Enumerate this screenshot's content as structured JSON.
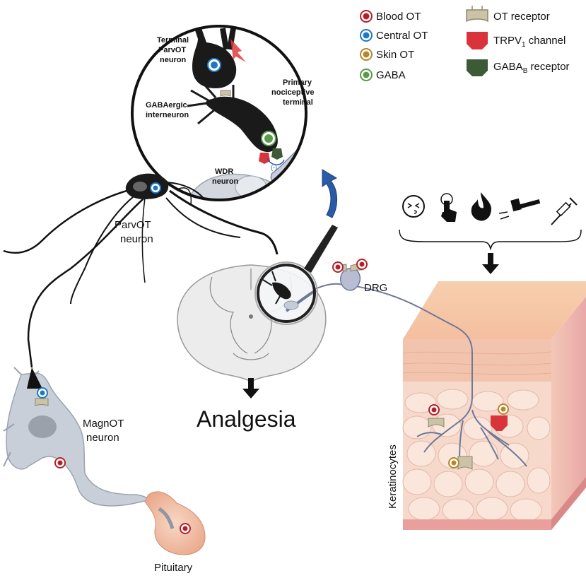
{
  "legend": {
    "blood_ot": "Blood OT",
    "central_ot": "Central OT",
    "skin_ot": "Skin OT",
    "gaba": "GABA",
    "ot_receptor": "OT receptor",
    "trpv1_main": "TRPV",
    "trpv1_sub": "1",
    "trpv1_rest": " channel",
    "gabab_main": "GABA",
    "gabab_sub": "B",
    "gabab_rest": " receptor"
  },
  "colors": {
    "blood_ot": "#b3202a",
    "central_ot": "#1f78c4",
    "skin_ot": "#b8862b",
    "gaba": "#5a9a4a",
    "ot_receptor": "#cbc3a8",
    "trpv1": "#d8343a",
    "gabab": "#3d5a36",
    "neuron_black": "#1a1a1a",
    "neuron_gray": "#c5ccd6",
    "skin_top": "#f6c8a4",
    "skin_bottom": "#e8a7a0",
    "arrow_blue": "#2a5aa8"
  },
  "inset": {
    "terminal_line1": "Terminal",
    "terminal_line2": "ParvOT",
    "terminal_line3": "neuron",
    "gabaergic_line1": "GABAergic",
    "gabaergic_line2": "interneuron",
    "primary_line1": "Primary",
    "primary_line2": "nociceptive",
    "primary_line3": "terminal",
    "wdr_line1": "WDR",
    "wdr_line2": "neuron",
    "inhibition_mark": "(-)"
  },
  "labels": {
    "parvot_line1": "ParvOT",
    "parvot_line2": "neuron",
    "magnot_line1": "MagnOT",
    "magnot_line2": "neuron",
    "drg": "DRG",
    "analgesia": "Analgesia",
    "pituitary": "Pituitary",
    "keratinocytes": "Keratinocytes"
  },
  "stimuli_icons": [
    "kiss-face-icon",
    "touch-hand-icon",
    "flame-icon",
    "hammer-icon",
    "syringe-icon"
  ]
}
